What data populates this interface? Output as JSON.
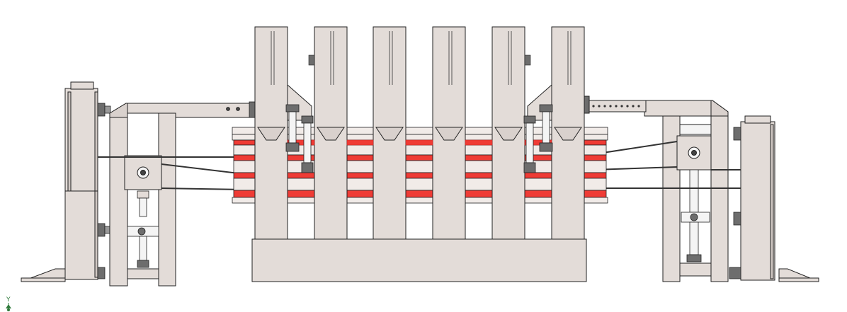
{
  "drawing": {
    "colors": {
      "background": "#ffffff",
      "frame_fill": "#e3dcd8",
      "frame_stroke": "#222222",
      "platen": "#ef3b35",
      "platen_edge": "#c92a26",
      "platen_face": "#f1ebe8",
      "triad_green": "#2f7a3b",
      "dark_fill": "#6d6d6d",
      "white_part": "#f4f4f4"
    },
    "platen_count": 4,
    "column_count": 6
  },
  "axis_triad": {
    "label": "Y",
    "icon": "coordinate-triad-icon"
  }
}
